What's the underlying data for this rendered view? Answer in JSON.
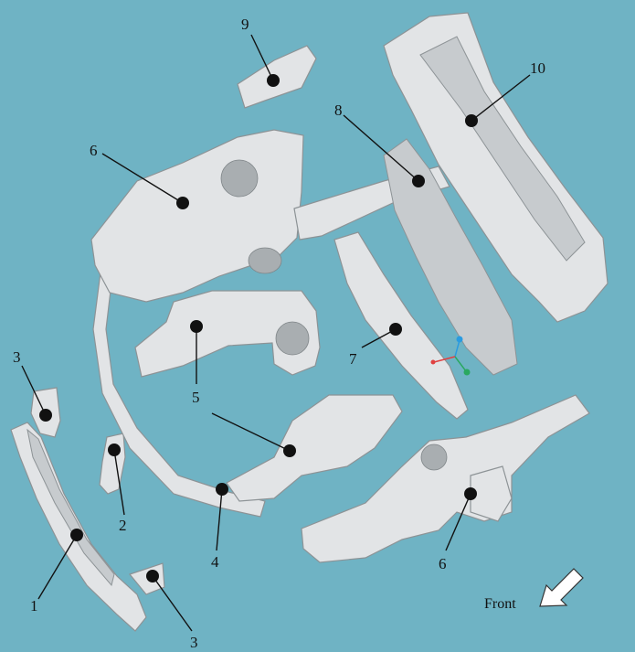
{
  "callouts": [
    {
      "id": "1",
      "label": "1"
    },
    {
      "id": "2",
      "label": "2"
    },
    {
      "id": "3a",
      "label": "3"
    },
    {
      "id": "3b",
      "label": "3"
    },
    {
      "id": "4",
      "label": "4"
    },
    {
      "id": "5a",
      "label": "5"
    },
    {
      "id": "5b",
      "label": "5"
    },
    {
      "id": "6a",
      "label": "6"
    },
    {
      "id": "6b",
      "label": "6"
    },
    {
      "id": "7",
      "label": "7"
    },
    {
      "id": "8",
      "label": "8"
    },
    {
      "id": "9",
      "label": "9"
    },
    {
      "id": "10",
      "label": "10"
    }
  ],
  "direction": {
    "label": "Front",
    "icon": "arrow-down-left-icon"
  },
  "colors": {
    "background": "#6fb3c4",
    "part": "#e2e4e6"
  }
}
